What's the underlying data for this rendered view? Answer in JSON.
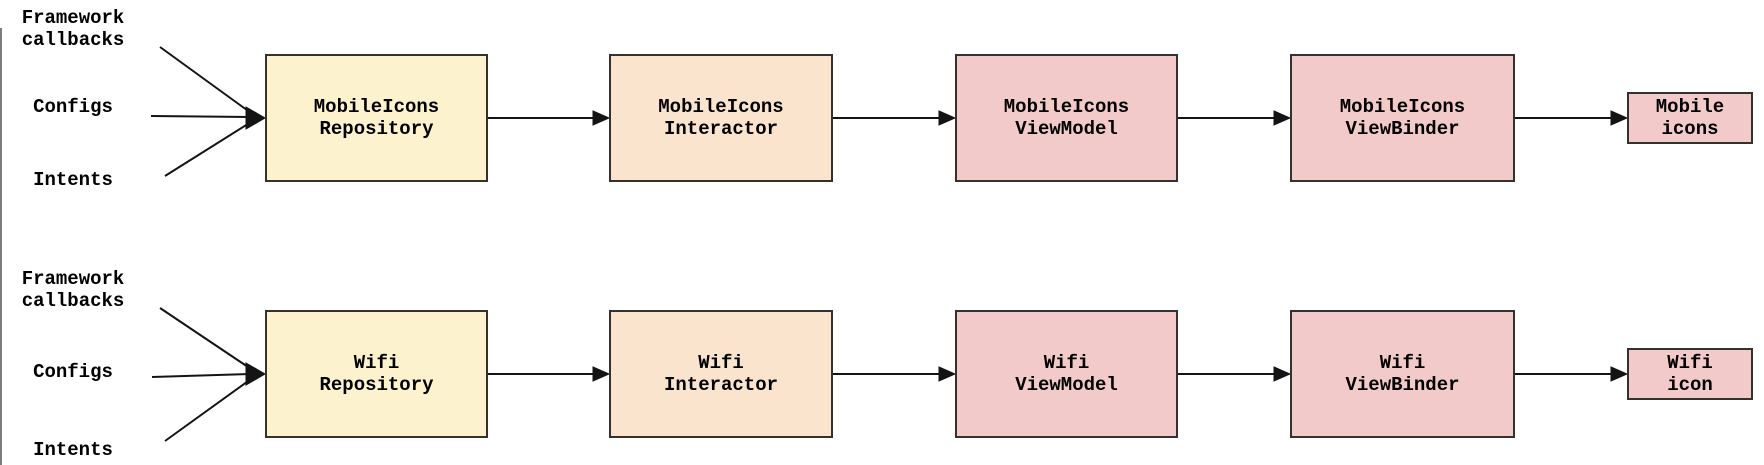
{
  "colors": {
    "repository_fill": "#FCF2CD",
    "interactor_fill": "#FAE4CD",
    "viewmodel_fill": "#F2CAC9",
    "viewbinder_fill": "#F2CAC9",
    "output_fill": "#F2CAC9",
    "box_border": "#35322E",
    "arrow": "#141414",
    "text": "#000000",
    "background": "#FFFFFF"
  },
  "rows": [
    {
      "name": "mobile-icons-pipeline",
      "inputs": {
        "framework_line1": "Framework",
        "framework_line2": "callbacks",
        "configs": "Configs",
        "intents": "Intents"
      },
      "nodes": [
        {
          "line1": "MobileIcons",
          "line2": "Repository"
        },
        {
          "line1": "MobileIcons",
          "line2": "Interactor"
        },
        {
          "line1": "MobileIcons",
          "line2": "ViewModel"
        },
        {
          "line1": "MobileIcons",
          "line2": "ViewBinder"
        }
      ],
      "output": {
        "line1": "Mobile",
        "line2": "icons"
      }
    },
    {
      "name": "wifi-pipeline",
      "inputs": {
        "framework_line1": "Framework",
        "framework_line2": "callbacks",
        "configs": "Configs",
        "intents": "Intents"
      },
      "nodes": [
        {
          "line1": "Wifi",
          "line2": "Repository"
        },
        {
          "line1": "Wifi",
          "line2": "Interactor"
        },
        {
          "line1": "Wifi",
          "line2": "ViewModel"
        },
        {
          "line1": "Wifi",
          "line2": "ViewBinder"
        }
      ],
      "output": {
        "line1": "Wifi",
        "line2": "icon"
      }
    }
  ]
}
